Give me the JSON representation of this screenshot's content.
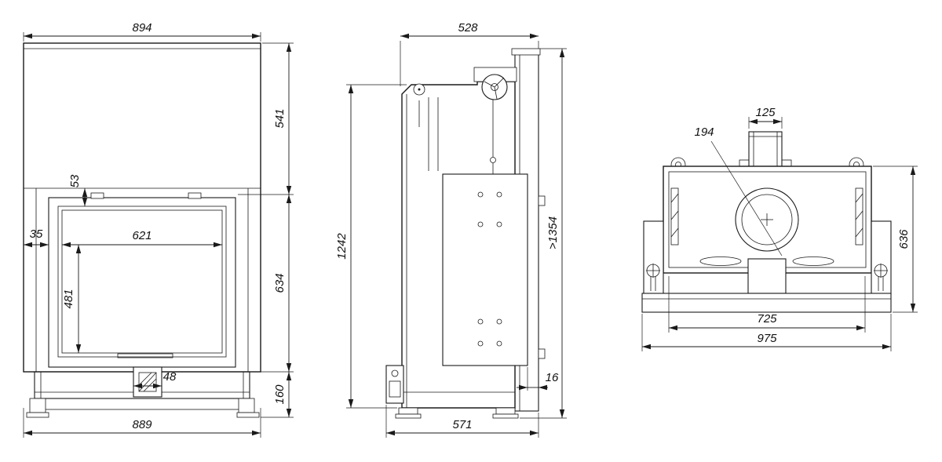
{
  "meta": {
    "title": "Fireplace insert dimensional drawing",
    "line_color": "#1a1a1a",
    "background": "#ffffff"
  },
  "views": {
    "front": {
      "width_top": "894",
      "hood_height": "541",
      "glass_top_offset": "53",
      "frame_side_width": "35",
      "glass_width": "621",
      "glass_height": "481",
      "firebox_height": "634",
      "base_height": "160",
      "drawer_width": "48",
      "width_bottom": "889"
    },
    "side": {
      "depth_top": "528",
      "body_height": "1242",
      "total_height": ">1354",
      "rear_offset": "16",
      "depth_bottom": "571"
    },
    "plan": {
      "flue_diameter": "125",
      "flue_offset": "194",
      "depth": "636",
      "width_inner": "725",
      "width_outer": "975"
    }
  }
}
